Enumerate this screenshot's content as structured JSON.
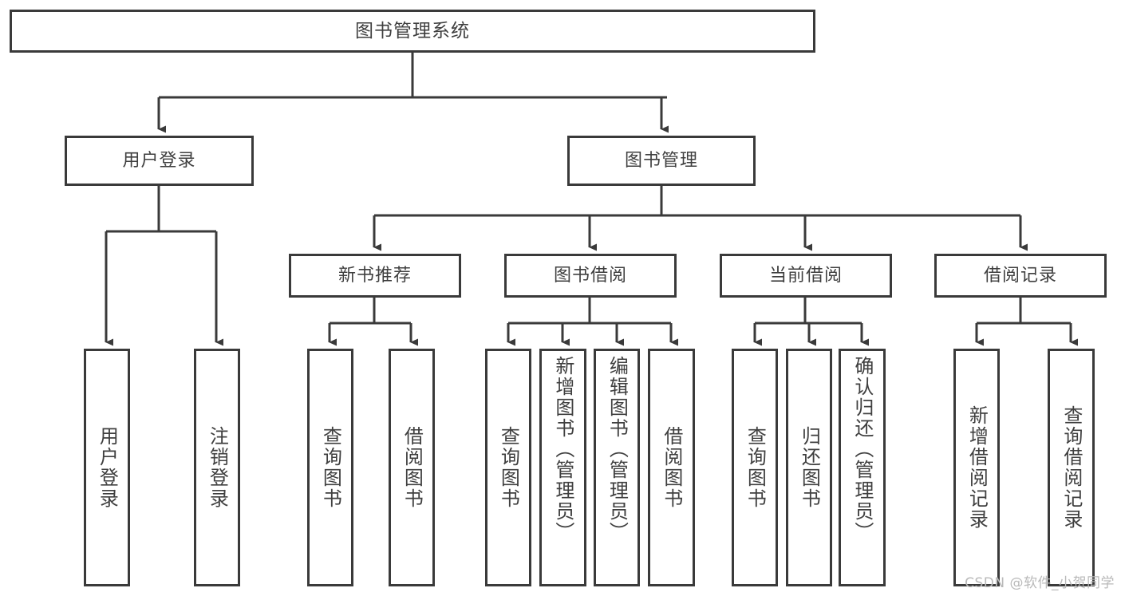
{
  "diagram": {
    "title": "图书管理系统",
    "type": "hierarchy-tree",
    "root": {
      "label": "图书管理系统"
    },
    "level2": [
      {
        "id": "user-login",
        "label": "用户登录"
      },
      {
        "id": "book-manage",
        "label": "图书管理"
      }
    ],
    "level3": [
      {
        "id": "new-book-recommend",
        "label": "新书推荐",
        "parent": "book-manage"
      },
      {
        "id": "book-borrow",
        "label": "图书借阅",
        "parent": "book-manage"
      },
      {
        "id": "current-borrow",
        "label": "当前借阅",
        "parent": "book-manage"
      },
      {
        "id": "borrow-record",
        "label": "借阅记录",
        "parent": "book-manage"
      }
    ],
    "leaves": {
      "user_login": [
        {
          "label": "用户登录"
        },
        {
          "label": "注销登录"
        }
      ],
      "new_book_recommend": [
        {
          "label": "查询图书"
        },
        {
          "label": "借阅图书"
        }
      ],
      "book_borrow": [
        {
          "label": "查询图书"
        },
        {
          "label": "新增图书（管理员）"
        },
        {
          "label": "编辑图书（管理员）"
        },
        {
          "label": "借阅图书"
        }
      ],
      "current_borrow": [
        {
          "label": "查询图书"
        },
        {
          "label": "归还图书"
        },
        {
          "label": "确认归还（管理员）"
        }
      ],
      "borrow_record": [
        {
          "label": "新增借阅记录"
        },
        {
          "label": "查询借阅记录"
        }
      ]
    }
  },
  "watermark": {
    "text": "CSDN @软件_小贺同学"
  },
  "colors": {
    "box_border": "#3a3a3a",
    "text": "#3f3f3f",
    "background": "#ffffff",
    "watermark": "#b9b9b9"
  }
}
